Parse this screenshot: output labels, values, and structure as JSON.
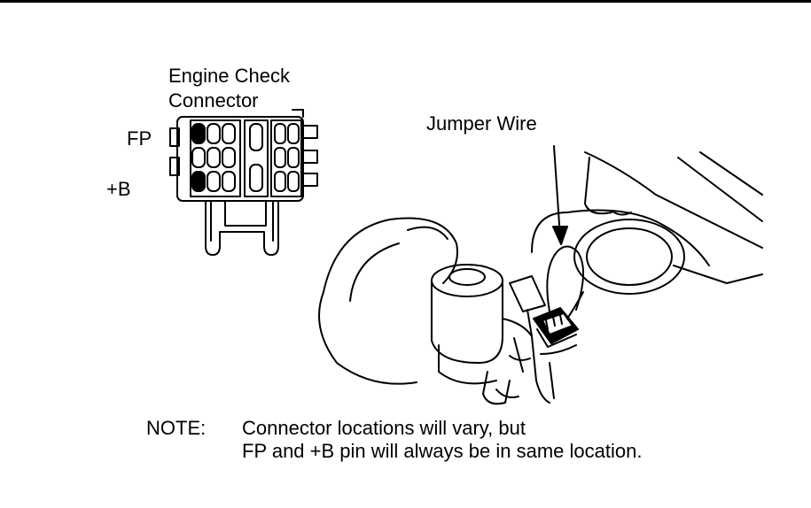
{
  "diagram": {
    "connector_title_line1": "Engine Check",
    "connector_title_line2": "Connector",
    "pin_fp": "FP",
    "pin_b": "+B",
    "jumper_label": "Jumper Wire",
    "note_label": "NOTE:",
    "note_line1": "Connector locations will vary, but",
    "note_line2": "FP and +B pin will always be in same location."
  }
}
